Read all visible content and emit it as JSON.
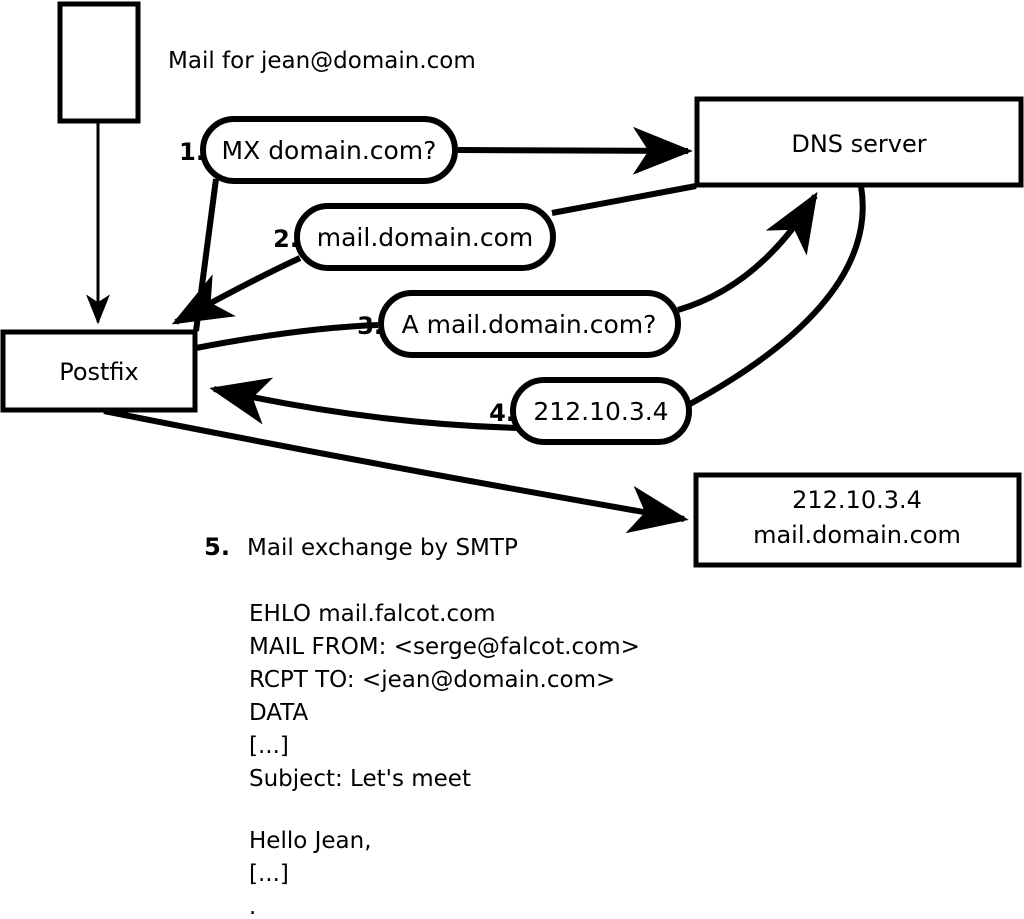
{
  "diagram": {
    "title_caption": "Mail for jean@domain.com",
    "nodes": {
      "client": {
        "label": ""
      },
      "postfix": {
        "label": "Postfix"
      },
      "dns": {
        "label": "DNS server"
      },
      "mailserver": {
        "line1": "212.10.3.4",
        "line2": "mail.domain.com"
      }
    },
    "steps": [
      {
        "num": "1.",
        "label": "MX domain.com?"
      },
      {
        "num": "2.",
        "label": "mail.domain.com"
      },
      {
        "num": "3.",
        "label": "A mail.domain.com?"
      },
      {
        "num": "4.",
        "label": "212.10.3.4"
      }
    ],
    "smtp": {
      "num": "5.",
      "title": "Mail exchange by SMTP",
      "lines": [
        "EHLO mail.falcot.com",
        "MAIL FROM: <serge@falcot.com>",
        "RCPT TO: <jean@domain.com>",
        "DATA",
        "[...]",
        "Subject: Let's meet",
        "",
        "Hello Jean,",
        "[...]",
        "."
      ]
    },
    "colors": {
      "stroke": "#000000",
      "fill": "#ffffff",
      "text": "#000000"
    }
  }
}
